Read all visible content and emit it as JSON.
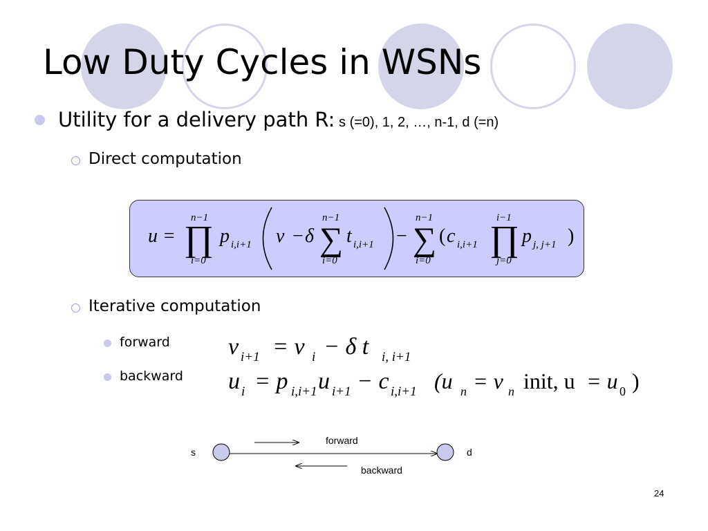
{
  "slide": {
    "title": "Low Duty Cycles in WSNs",
    "bullet1": {
      "text": "Utility for a delivery  path R:",
      "path": " s (=0), 1, 2, …,  n-1, d (=n)"
    },
    "direct": "Direct computation",
    "iterative": "Iterative computation",
    "forward_label": "forward",
    "backward_label": "backward",
    "page_number": "24"
  },
  "diagram": {
    "source": "s",
    "dest": "d",
    "forward": "forward",
    "backward": "backward"
  },
  "math": {
    "u_eq": "u =",
    "minus": "−",
    "delta": "δ",
    "prod": "∏",
    "sum": "∑",
    "upper_n": "n−1",
    "upper_i": "i−1",
    "lower_i0": "i=0",
    "lower_j0": "j=0",
    "p": "p",
    "v": "v",
    "t": "t",
    "c": "c",
    "sub_ii1": "i,i+1",
    "sub_jj1": "j, j+1",
    "lparen": "(",
    "rparen": ")",
    "fw_lhs": "v",
    "fw_lhs_sub": "i+1",
    "fw_eq": "= v",
    "fw_vi_sub": "i",
    "fw_minus": "− δ t",
    "fw_t_sub": "i, i+1",
    "bw_u": "u",
    "bw_u_sub": "i",
    "bw_eq": "= p",
    "bw_p_sub": "i,i+1",
    "bw_u2": "u",
    "bw_u2_sub": "i+1",
    "bw_minus_c": "− c",
    "bw_c_sub": "i,i+1",
    "init_open": "(u",
    "init_n": "n",
    "init_eq": "= v",
    "init_vn": "n",
    "init_text": "init, u",
    "init_eq2": "= u",
    "init_0": "0",
    "init_close": ")"
  },
  "colors": {
    "circle": "#d5d5ea",
    "formula_box": "#ccccff",
    "bullet": "#c9c9ec"
  }
}
